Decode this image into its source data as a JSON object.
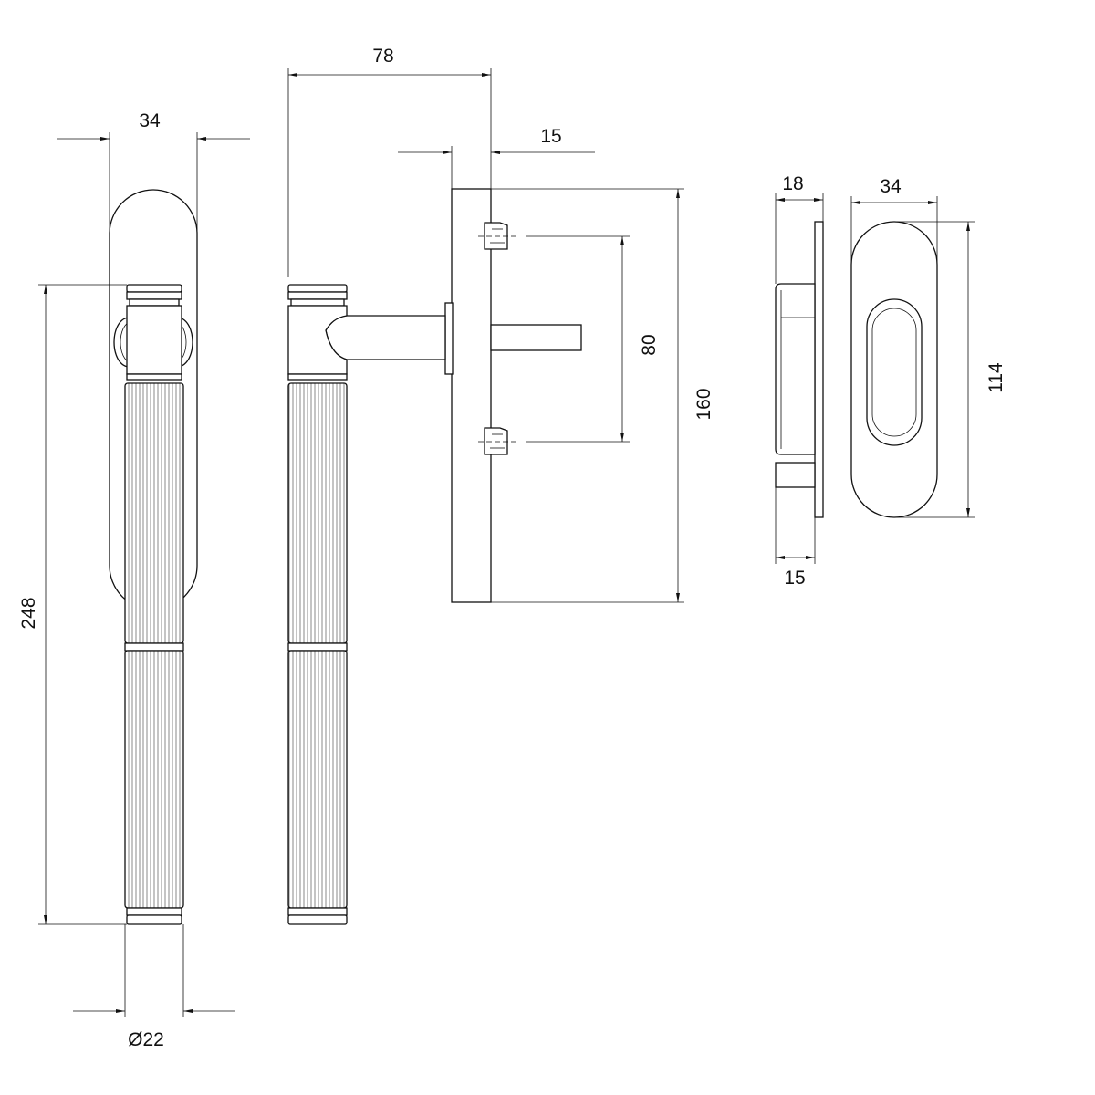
{
  "drawing": {
    "front_view": {
      "width_label": "34",
      "height_label": "248",
      "diameter_label": "Ø22"
    },
    "side_view": {
      "projection_label": "78",
      "plate_thickness_label": "15",
      "spindle_spacing_label": "80",
      "plate_height_label": "160"
    },
    "escutcheon_side_view": {
      "depth_label": "18",
      "thickness_label": "15"
    },
    "escutcheon_front_view": {
      "width_label": "34",
      "height_label": "114"
    }
  }
}
